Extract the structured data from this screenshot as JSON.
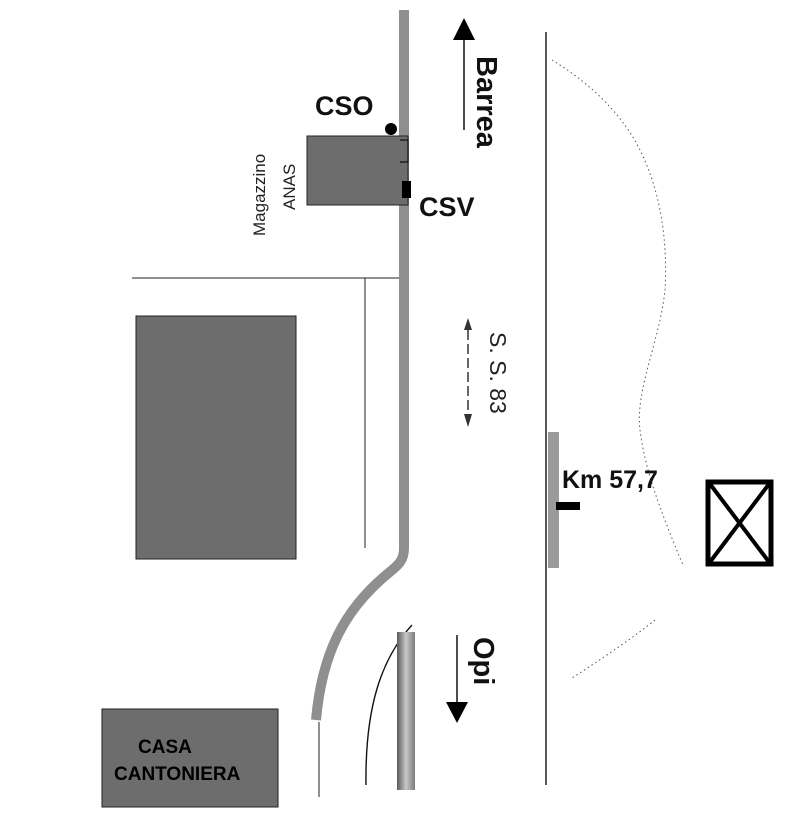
{
  "labels": {
    "cso": "CSO",
    "csv": "CSV",
    "magazzino_line1": "Magazzino",
    "magazzino_line2": "ANAS",
    "barrea": "Barrea",
    "road_name": "S. S. 83",
    "km": "Km 57,7",
    "opi": "Opi",
    "casa_line1": "CASA",
    "casa_line2": "CANTONIERA"
  },
  "colors": {
    "building_fill": "#6d6d6d",
    "road_gray": "#8f8f8f",
    "line_dark": "#111111",
    "marker_black": "#000000",
    "km_post": "#9a9a9a"
  },
  "icons": {
    "cso_marker": "filled-circle",
    "csv_marker": "filled-square",
    "km_marker": "horizontal-bar",
    "crossed_box": "boxed-x-symbol",
    "barrea_arrow": "arrow-up",
    "opi_arrow": "arrow-down",
    "ss83_arrow": "double-headed-dashed-arrow"
  }
}
